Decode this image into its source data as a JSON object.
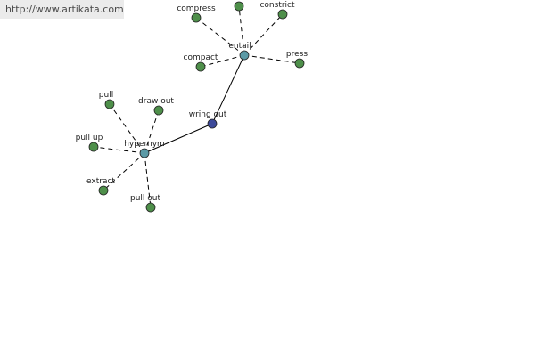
{
  "banner": {
    "url": "http://www.artikata.com"
  },
  "colors": {
    "leaf": "#4e8f4a",
    "hub": "#5b9aa6",
    "center": "#3d4a9a"
  },
  "graph": {
    "nodes": [
      {
        "id": "wring-out",
        "label": "wring out",
        "kind": "center"
      },
      {
        "id": "entail",
        "label": "entail",
        "kind": "hub"
      },
      {
        "id": "hypernym",
        "label": "hypernym",
        "kind": "hub"
      },
      {
        "id": "compress",
        "label": "compress",
        "kind": "leaf"
      },
      {
        "id": "top",
        "label": "",
        "kind": "leaf"
      },
      {
        "id": "constrict",
        "label": "constrict",
        "kind": "leaf"
      },
      {
        "id": "compact",
        "label": "compact",
        "kind": "leaf"
      },
      {
        "id": "press",
        "label": "press",
        "kind": "leaf"
      },
      {
        "id": "pull",
        "label": "pull",
        "kind": "leaf"
      },
      {
        "id": "draw-out",
        "label": "draw out",
        "kind": "leaf"
      },
      {
        "id": "pull-up",
        "label": "pull up",
        "kind": "leaf"
      },
      {
        "id": "extract",
        "label": "extract",
        "kind": "leaf"
      },
      {
        "id": "pull-out",
        "label": "pull out",
        "kind": "leaf"
      }
    ],
    "edges": [
      {
        "from": "wring-out",
        "to": "entail",
        "style": "solid"
      },
      {
        "from": "wring-out",
        "to": "hypernym",
        "style": "solid"
      },
      {
        "from": "entail",
        "to": "compress",
        "style": "dashed"
      },
      {
        "from": "entail",
        "to": "top",
        "style": "dashed"
      },
      {
        "from": "entail",
        "to": "constrict",
        "style": "dashed"
      },
      {
        "from": "entail",
        "to": "compact",
        "style": "dashed"
      },
      {
        "from": "entail",
        "to": "press",
        "style": "dashed"
      },
      {
        "from": "hypernym",
        "to": "pull",
        "style": "dashed"
      },
      {
        "from": "hypernym",
        "to": "draw-out",
        "style": "dashed"
      },
      {
        "from": "hypernym",
        "to": "pull-up",
        "style": "dashed"
      },
      {
        "from": "hypernym",
        "to": "extract",
        "style": "dashed"
      },
      {
        "from": "hypernym",
        "to": "pull-out",
        "style": "dashed"
      }
    ]
  }
}
